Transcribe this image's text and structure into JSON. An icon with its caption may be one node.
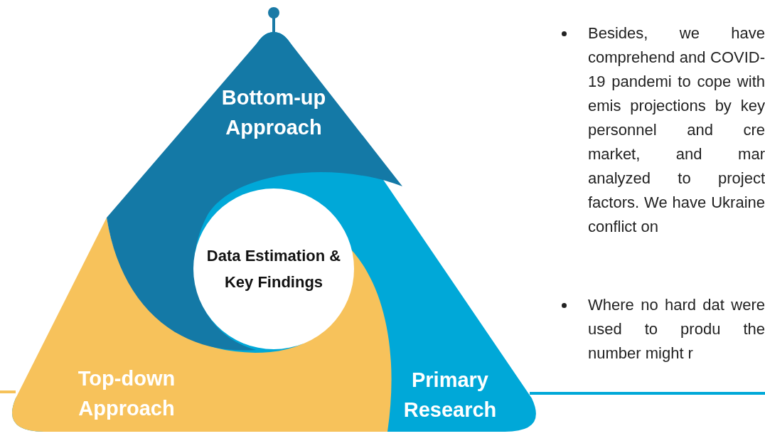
{
  "diagram": {
    "nodes": [
      {
        "text": [
          "Bottom-up Approach"
        ]
      },
      {
        "text": [
          "Top-down Approach"
        ]
      },
      {
        "text": [
          "Primary Research"
        ]
      },
      {
        "text": [
          "Data Estimation & Key Findings"
        ]
      }
    ],
    "labels": [
      "Besides, we have comprehend and COVID-19 pandemi to cope with emis projections by key personnel and cre market, and mar analyzed to project factors. We have Ukraine conflict on",
      "Where no hard dat were used to produ the number might r"
    ]
  }
}
